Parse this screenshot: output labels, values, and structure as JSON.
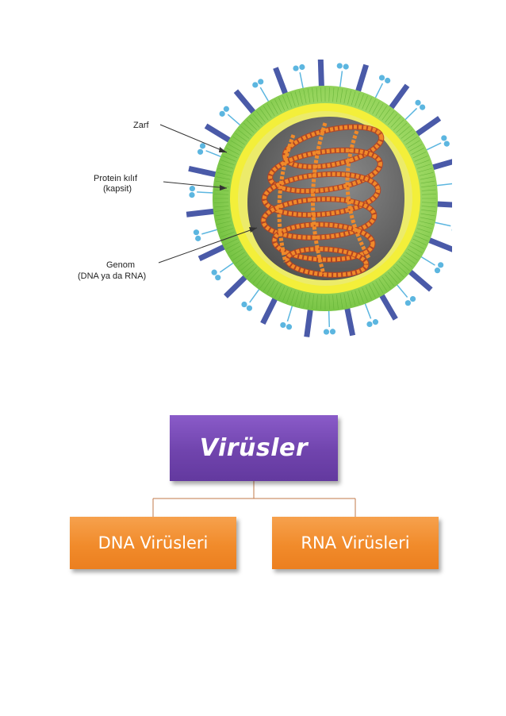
{
  "virus_figure": {
    "labels": {
      "envelope": "Zarf",
      "capsid_line1": "Protein kılıf",
      "capsid_line2": "(kapsit)",
      "genome_line1": "Genom",
      "genome_line2": "(DNA ya da RNA)"
    },
    "colors": {
      "spike": "#4a5aa8",
      "glyco": "#5cb6e0",
      "envelope": "#8fd15a",
      "capsid": "#f3ef3a",
      "core": "#6f6f6f",
      "genome": "#f08a2a",
      "genome_dark": "#b8411f"
    }
  },
  "tree": {
    "root": {
      "label": "Virüsler",
      "color": "#7044ad"
    },
    "children": [
      {
        "label": "DNA Virüsleri",
        "color": "#f18b2b"
      },
      {
        "label": "RNA Virüsleri",
        "color": "#f18b2b"
      }
    ],
    "connector_color": "#c0794a"
  }
}
